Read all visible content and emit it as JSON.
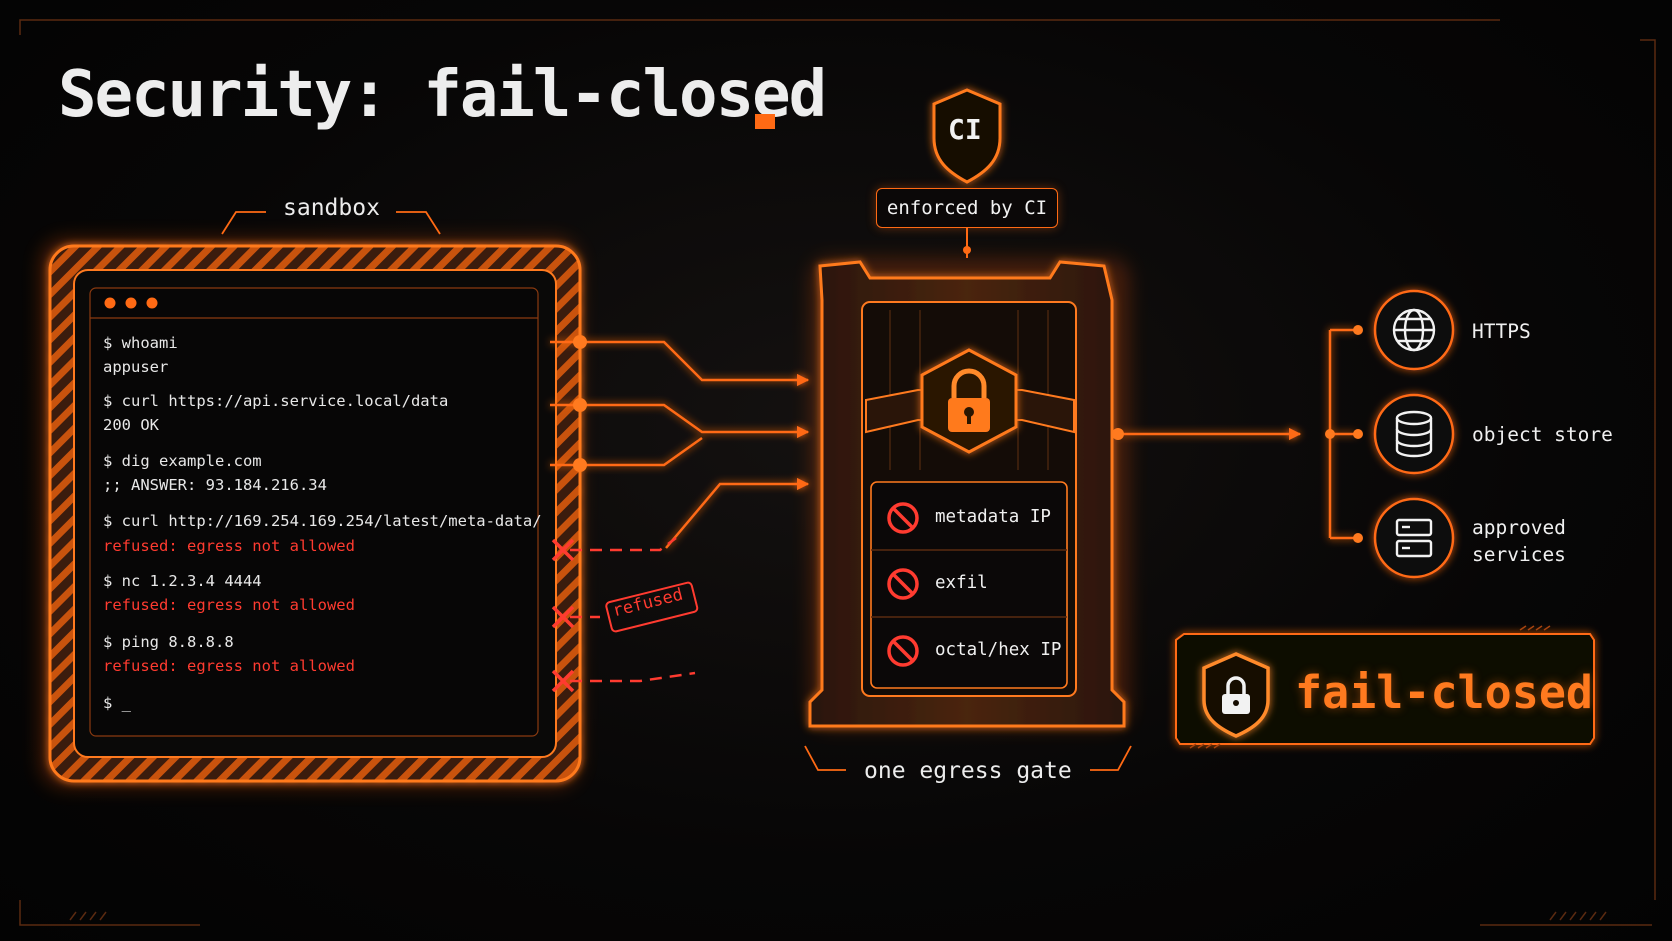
{
  "title": "Security: fail-closed",
  "sandbox": {
    "label": "sandbox",
    "terminal_lines": [
      {
        "text": "$ whoami",
        "style": "normal"
      },
      {
        "text": "appuser",
        "style": "normal"
      },
      {
        "text": "$ curl https://api.service.local/data",
        "style": "normal"
      },
      {
        "text": "200 OK",
        "style": "normal"
      },
      {
        "text": "$ dig example.com",
        "style": "normal"
      },
      {
        "text": ";; ANSWER: 93.184.216.34",
        "style": "normal"
      },
      {
        "text": "$ curl http://169.254.169.254/latest/meta-data/",
        "style": "normal"
      },
      {
        "text": "refused: egress not allowed",
        "style": "error"
      },
      {
        "text": "$ nc 1.2.3.4 4444",
        "style": "normal"
      },
      {
        "text": "refused: egress not allowed",
        "style": "error"
      },
      {
        "text": "$ ping 8.8.8.8",
        "style": "normal"
      },
      {
        "text": "refused: egress not allowed",
        "style": "error"
      },
      {
        "text": "$ _",
        "style": "normal"
      }
    ],
    "refused_stamp": "refused"
  },
  "gate": {
    "ci_badge": "CI",
    "ci_tag": "enforced by CI",
    "label": "one egress gate",
    "blocked": [
      {
        "label": "metadata IP",
        "icon": "prohibited-icon"
      },
      {
        "label": "exfil",
        "icon": "prohibited-icon"
      },
      {
        "label": "octal/hex IP",
        "icon": "prohibited-icon"
      }
    ]
  },
  "destinations": [
    {
      "label": "HTTPS",
      "icon": "globe-icon"
    },
    {
      "label": "object store",
      "icon": "database-icon"
    },
    {
      "label": "approved services",
      "icon": "server-icon"
    }
  ],
  "badge": {
    "label": "fail-closed",
    "icon": "shield-lock-icon"
  },
  "colors": {
    "accent": "#ff6a14",
    "error": "#ff3b30",
    "text": "#ececec",
    "background": "#050505"
  }
}
